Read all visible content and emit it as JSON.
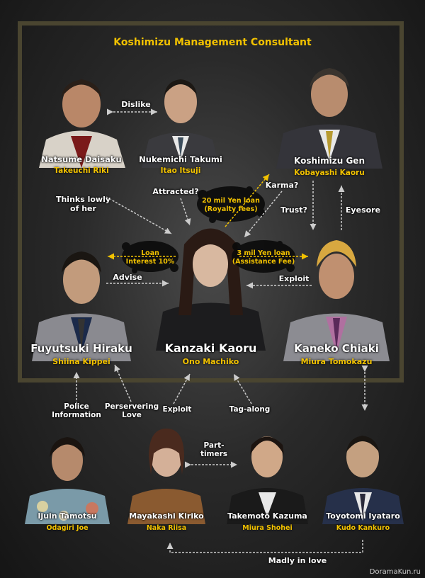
{
  "title": "Koshimizu Management Consultant",
  "characters": {
    "natsume": {
      "name": "Natsume Daisaku",
      "actor": "Takeuchi Riki"
    },
    "nukemichi": {
      "name": "Nukemichi Takumi",
      "actor": "Itao Itsuji"
    },
    "koshimizu": {
      "name": "Koshimizu Gen",
      "actor": "Kobayashi Kaoru"
    },
    "fuyutsuki": {
      "name": "Fuyutsuki Hiraku",
      "actor": "Shiina Kippei"
    },
    "kanzaki": {
      "name": "Kanzaki Kaoru",
      "actor": "Ono Machiko"
    },
    "kaneko": {
      "name": "Kaneko Chiaki",
      "actor": "Miura Tomokazu"
    },
    "ijuin": {
      "name": "Ijuin Tamotsu",
      "actor": "Odagiri Joe"
    },
    "mayakashi": {
      "name": "Mayakashi Kiriko",
      "actor": "Naka Riisa"
    },
    "takemoto": {
      "name": "Takemoto Kazuma",
      "actor": "Miura Shohei"
    },
    "toyotomi": {
      "name": "Toyotomi Iyataro",
      "actor": "Kudo Kankuro"
    }
  },
  "relations": {
    "dislike": "Dislike",
    "thinks_lowly_1": "Thinks lowly",
    "thinks_lowly_2": "of her",
    "attracted": "Attracted?",
    "karma": "Karma?",
    "trust": "Trust?",
    "eyesore": "Eyesore",
    "advise": "Advise",
    "exploit_kaneko": "Exploit",
    "police_1": "Police",
    "police_2": "Information",
    "love_1": "Perservering",
    "love_2": "Love",
    "exploit_bottom": "Exploit",
    "tag_along": "Tag-along",
    "part_1": "Part-",
    "part_2": "timers",
    "madly": "Madly in love"
  },
  "blobs": {
    "royalty_1": "20 mil Yen loan",
    "royalty_2": "(Royalty fees)",
    "loan_1": "Loan",
    "loan_2": "Interest 10%",
    "assist_1": "3 mil Yen loan",
    "assist_2": "(Assistance Fee)"
  },
  "watermark": "DoramaKun.ru",
  "colors": {
    "accent": "#f2c200",
    "arrow": "#cccccc",
    "frame": "#4a4530"
  }
}
